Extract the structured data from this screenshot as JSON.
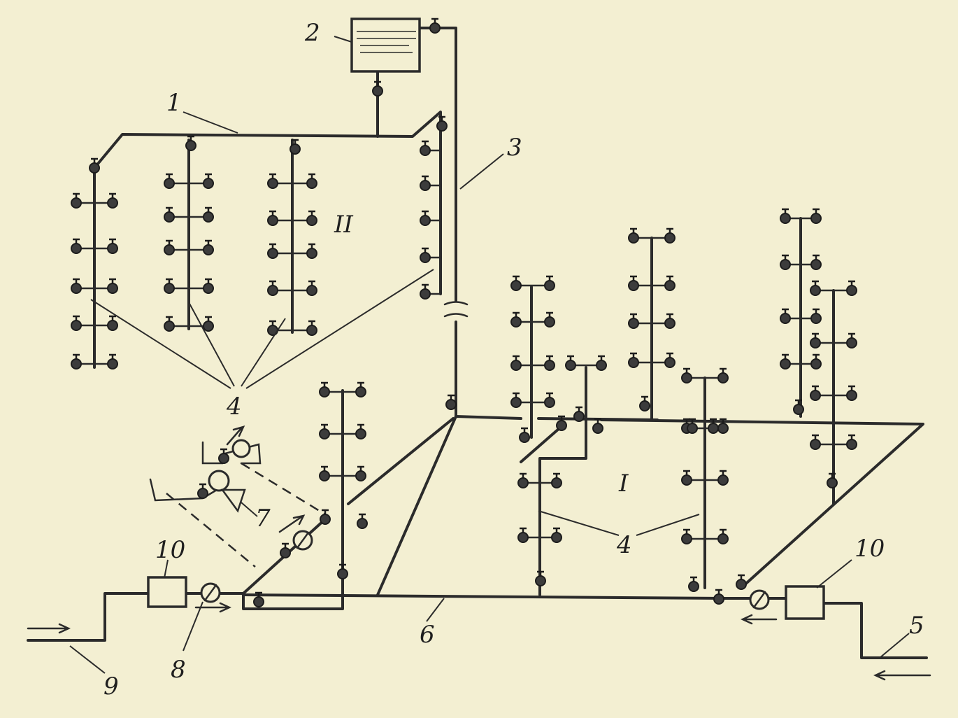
{
  "labels": {
    "house_inlet": "1",
    "tank": "2",
    "riser_supply": "3",
    "fixtures": "4",
    "inlet_right": "5",
    "main_line": "6",
    "pump": "7",
    "meter": "8",
    "inlet_left": "9",
    "meter_box_left": "10",
    "meter_box_right": "10",
    "upper_main": "1",
    "zone_upper": "II",
    "zone_lower": "I"
  },
  "icons": {
    "valve": "valve-icon",
    "meter": "water-meter-icon",
    "tank": "water-tank-icon",
    "flow_arrow": "flow-arrow-icon",
    "pump": "pump-icon"
  },
  "colors": {
    "paper": "#f3efd2",
    "ink": "#2b2b2b"
  }
}
